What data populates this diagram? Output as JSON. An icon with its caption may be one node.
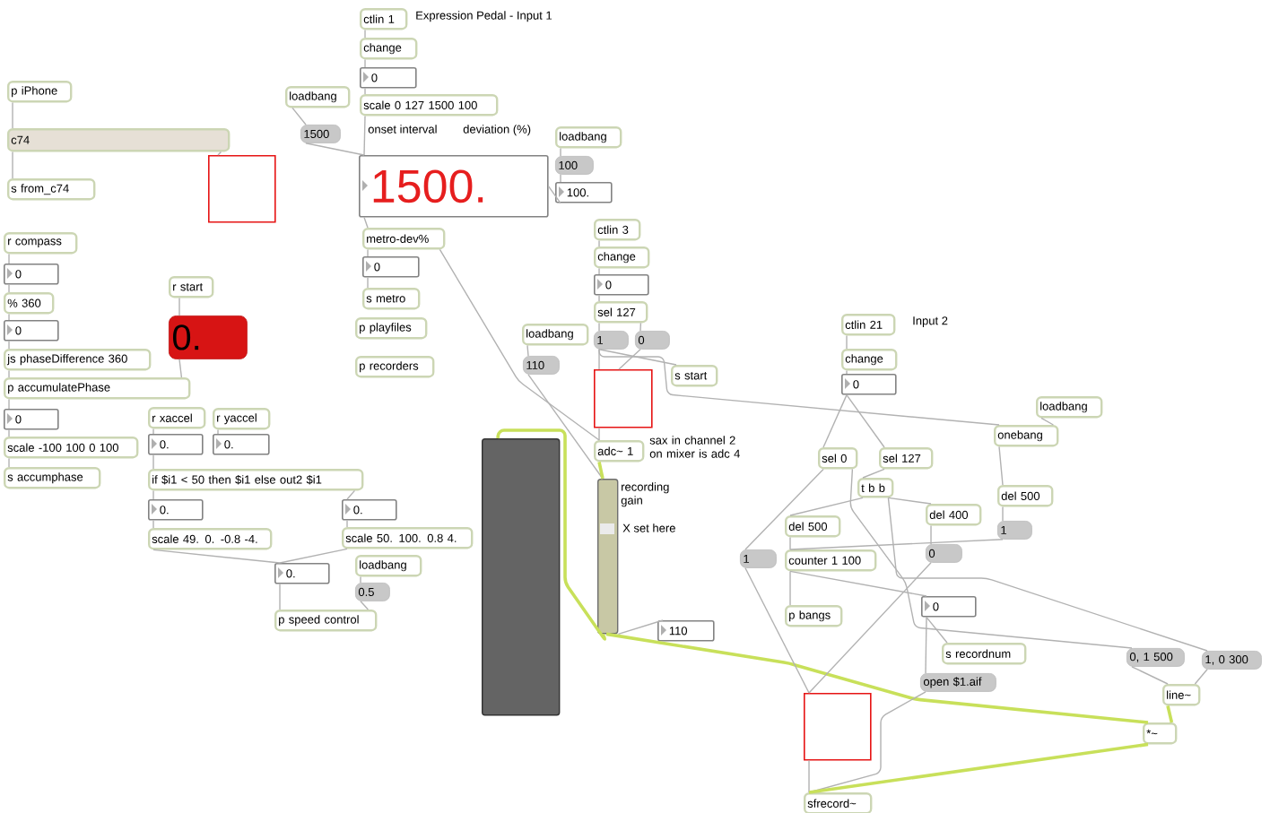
{
  "diagram": {
    "nodes": [
      {
        "text": [
          "p iPhone"
        ]
      },
      {
        "text": [
          "c74"
        ]
      },
      {
        "text": [
          "s from_c74"
        ]
      },
      {
        "text": [],
        "shape": "box"
      },
      {
        "text": [
          "ctlin 1"
        ]
      },
      {
        "text": [
          "change"
        ]
      },
      {
        "text": [
          "0"
        ]
      },
      {
        "text": [
          "scale 0 127 1500 100"
        ]
      },
      {
        "text": [
          "loadbang"
        ]
      },
      {
        "text": [
          "1500"
        ]
      },
      {
        "text": [
          "1500."
        ]
      },
      {
        "text": [
          "loadbang"
        ]
      },
      {
        "text": [
          "100"
        ]
      },
      {
        "text": [
          "100."
        ]
      },
      {
        "text": [
          "metro-dev%"
        ]
      },
      {
        "text": [
          "0"
        ]
      },
      {
        "text": [
          "s metro"
        ]
      },
      {
        "text": [
          "p playfiles"
        ]
      },
      {
        "text": [
          "p recorders"
        ]
      },
      {
        "text": [
          "r compass"
        ]
      },
      {
        "text": [
          "0"
        ]
      },
      {
        "text": [
          "% 360"
        ]
      },
      {
        "text": [
          "0"
        ]
      },
      {
        "text": [
          "js phaseDifference 360"
        ]
      },
      {
        "text": [
          "r start"
        ]
      },
      {
        "text": [
          "0."
        ]
      },
      {
        "text": [
          "p accumulatePhase"
        ]
      },
      {
        "text": [
          "0"
        ]
      },
      {
        "text": [
          "scale -100 100 0 100"
        ]
      },
      {
        "text": [
          "s accumphase"
        ]
      },
      {
        "text": [
          "r xaccel"
        ]
      },
      {
        "text": [
          "r yaccel"
        ]
      },
      {
        "text": [
          "0."
        ]
      },
      {
        "text": [
          "0."
        ]
      },
      {
        "text": [
          "if $i1 < 50 then $i1 else out2 $i1"
        ]
      },
      {
        "text": [
          "0."
        ]
      },
      {
        "text": [
          "0."
        ]
      },
      {
        "text": [
          "scale 49. 0. -0.8 -4."
        ]
      },
      {
        "text": [
          "scale 50. 100. 0.8 4."
        ]
      },
      {
        "text": [
          "0."
        ]
      },
      {
        "text": [
          "loadbang"
        ]
      },
      {
        "text": [
          "0.5"
        ]
      },
      {
        "text": [
          "p speed control"
        ]
      },
      {
        "text": [
          "ctlin 3"
        ]
      },
      {
        "text": [
          "change"
        ]
      },
      {
        "text": [
          "0"
        ]
      },
      {
        "text": [
          "sel 127"
        ]
      },
      {
        "text": [
          "1"
        ]
      },
      {
        "text": [
          "0"
        ]
      },
      {
        "text": [
          "loadbang"
        ]
      },
      {
        "text": [
          "110"
        ]
      },
      {
        "text": [
          "s start"
        ]
      },
      {
        "text": [],
        "shape": "box"
      },
      {
        "text": [
          "adc~ 1"
        ]
      },
      {
        "text": [],
        "shape": "bar"
      },
      {
        "text": [],
        "shape": "bar"
      },
      {
        "text": [
          "110"
        ]
      },
      {
        "text": [
          "ctlin 21"
        ]
      },
      {
        "text": [
          "change"
        ]
      },
      {
        "text": [
          "0"
        ]
      },
      {
        "text": [
          "loadbang"
        ]
      },
      {
        "text": [
          "onebang"
        ]
      },
      {
        "text": [
          "sel 0"
        ]
      },
      {
        "text": [
          "sel 127"
        ]
      },
      {
        "text": [
          "t b b"
        ]
      },
      {
        "text": [
          "del 500"
        ]
      },
      {
        "text": [
          "del 400"
        ]
      },
      {
        "text": [
          "del 500"
        ]
      },
      {
        "text": [
          "1"
        ]
      },
      {
        "text": [
          "1"
        ]
      },
      {
        "text": [
          "counter 1 100"
        ]
      },
      {
        "text": [
          "0"
        ]
      },
      {
        "text": [
          "0"
        ]
      },
      {
        "text": [
          "p bangs"
        ]
      },
      {
        "text": [
          "s recordnum"
        ]
      },
      {
        "text": [
          "0, 1 500"
        ]
      },
      {
        "text": [
          "1, 0 300"
        ]
      },
      {
        "text": [
          "open $1.aif"
        ]
      },
      {
        "text": [
          "line~"
        ]
      },
      {
        "text": [],
        "shape": "box"
      },
      {
        "text": [
          "*~"
        ]
      },
      {
        "text": [
          "sfrecord~"
        ]
      }
    ],
    "edges": [
      {
        "from": 0,
        "to": 1,
        "arrow": "none"
      },
      {
        "from": 1,
        "to": 2,
        "arrow": "none"
      },
      {
        "from": 1,
        "to": 3,
        "arrow": "none"
      },
      {
        "from": 4,
        "to": 5,
        "arrow": "none"
      },
      {
        "from": 5,
        "to": 6,
        "arrow": "none"
      },
      {
        "from": 6,
        "to": 7,
        "arrow": "none"
      },
      {
        "from": 7,
        "to": 10,
        "arrow": "none"
      },
      {
        "from": 8,
        "to": 9,
        "arrow": "none"
      },
      {
        "from": 9,
        "to": 10,
        "arrow": "none"
      },
      {
        "from": 11,
        "to": 12,
        "arrow": "none"
      },
      {
        "from": 12,
        "to": 13,
        "arrow": "none"
      },
      {
        "from": 13,
        "to": 10,
        "arrow": "none"
      },
      {
        "from": 10,
        "to": 14,
        "arrow": "none"
      },
      {
        "from": 14,
        "to": 15,
        "arrow": "none"
      },
      {
        "from": 15,
        "to": 16,
        "arrow": "none"
      },
      {
        "from": 14,
        "to": 53,
        "arrow": "none"
      },
      {
        "from": 19,
        "to": 20,
        "arrow": "none"
      },
      {
        "from": 20,
        "to": 21,
        "arrow": "none"
      },
      {
        "from": 21,
        "to": 22,
        "arrow": "none"
      },
      {
        "from": 22,
        "to": 23,
        "arrow": "none"
      },
      {
        "from": 23,
        "to": 26,
        "arrow": "none"
      },
      {
        "from": 24,
        "to": 25,
        "arrow": "none"
      },
      {
        "from": 25,
        "to": 26,
        "arrow": "none"
      },
      {
        "from": 26,
        "to": 27,
        "arrow": "none"
      },
      {
        "from": 27,
        "to": 28,
        "arrow": "none"
      },
      {
        "from": 28,
        "to": 29,
        "arrow": "none"
      },
      {
        "from": 30,
        "to": 32,
        "arrow": "none"
      },
      {
        "from": 31,
        "to": 33,
        "arrow": "none"
      },
      {
        "from": 32,
        "to": 34,
        "arrow": "none"
      },
      {
        "from": 34,
        "to": 35,
        "arrow": "none"
      },
      {
        "from": 34,
        "to": 36,
        "arrow": "none"
      },
      {
        "from": 35,
        "to": 37,
        "arrow": "none"
      },
      {
        "from": 36,
        "to": 38,
        "arrow": "none"
      },
      {
        "from": 37,
        "to": 39,
        "arrow": "none"
      },
      {
        "from": 38,
        "to": 39,
        "arrow": "none"
      },
      {
        "from": 39,
        "to": 42,
        "arrow": "none"
      },
      {
        "from": 40,
        "to": 41,
        "arrow": "none"
      },
      {
        "from": 41,
        "to": 42,
        "arrow": "none"
      },
      {
        "from": 43,
        "to": 44,
        "arrow": "none"
      },
      {
        "from": 44,
        "to": 45,
        "arrow": "none"
      },
      {
        "from": 45,
        "to": 46,
        "arrow": "none"
      },
      {
        "from": 46,
        "to": 47,
        "arrow": "none"
      },
      {
        "from": 46,
        "to": 48,
        "arrow": "none"
      },
      {
        "from": 47,
        "to": 52,
        "arrow": "none"
      },
      {
        "from": 47,
        "to": 51,
        "arrow": "none"
      },
      {
        "from": 48,
        "to": 52,
        "arrow": "none"
      },
      {
        "from": 47,
        "to": 61,
        "arrow": "none"
      },
      {
        "from": 49,
        "to": 50,
        "arrow": "none"
      },
      {
        "from": 50,
        "to": 55,
        "arrow": "none"
      },
      {
        "from": 52,
        "to": 53,
        "arrow": "none"
      },
      {
        "from": 53,
        "to": 55,
        "arrow": "none",
        "style": "thick",
        "color": "#c8e05a"
      },
      {
        "from": 55,
        "to": 54,
        "arrow": "none",
        "style": "thick",
        "color": "#c8e05a"
      },
      {
        "from": 55,
        "to": 80,
        "arrow": "none",
        "style": "thick",
        "color": "#c8e05a"
      },
      {
        "from": 55,
        "to": 56,
        "arrow": "none"
      },
      {
        "from": 57,
        "to": 58,
        "arrow": "none"
      },
      {
        "from": 58,
        "to": 59,
        "arrow": "none"
      },
      {
        "from": 59,
        "to": 62,
        "arrow": "none"
      },
      {
        "from": 59,
        "to": 63,
        "arrow": "none"
      },
      {
        "from": 60,
        "to": 61,
        "arrow": "none"
      },
      {
        "from": 61,
        "to": 65,
        "arrow": "none"
      },
      {
        "from": 65,
        "to": 68,
        "arrow": "none"
      },
      {
        "from": 68,
        "to": 70,
        "arrow": "none"
      },
      {
        "from": 62,
        "to": 69,
        "arrow": "none"
      },
      {
        "from": 62,
        "to": 75,
        "arrow": "none"
      },
      {
        "from": 63,
        "to": 64,
        "arrow": "none"
      },
      {
        "from": 64,
        "to": 67,
        "arrow": "none"
      },
      {
        "from": 64,
        "to": 66,
        "arrow": "none"
      },
      {
        "from": 64,
        "to": 76,
        "arrow": "none"
      },
      {
        "from": 66,
        "to": 71,
        "arrow": "none"
      },
      {
        "from": 67,
        "to": 70,
        "arrow": "none"
      },
      {
        "from": 70,
        "to": 73,
        "arrow": "none"
      },
      {
        "from": 70,
        "to": 72,
        "arrow": "none"
      },
      {
        "from": 72,
        "to": 74,
        "arrow": "none"
      },
      {
        "from": 72,
        "to": 77,
        "arrow": "none"
      },
      {
        "from": 77,
        "to": 81,
        "arrow": "none"
      },
      {
        "from": 69,
        "to": 79,
        "arrow": "none"
      },
      {
        "from": 71,
        "to": 79,
        "arrow": "none"
      },
      {
        "from": 79,
        "to": 81,
        "arrow": "none"
      },
      {
        "from": 75,
        "to": 78,
        "arrow": "none"
      },
      {
        "from": 76,
        "to": 78,
        "arrow": "none"
      },
      {
        "from": 78,
        "to": 80,
        "arrow": "none",
        "style": "thick",
        "color": "#c8e05a"
      },
      {
        "from": 80,
        "to": 81,
        "arrow": "none",
        "style": "thick",
        "color": "#c8e05a"
      }
    ],
    "labels": [
      "Expression Pedal - Input 1",
      "onset interval",
      "deviation (%)",
      "sax in channel 2 on mixer is adc 4",
      "recording gain",
      "X set here",
      "Input 2"
    ]
  }
}
